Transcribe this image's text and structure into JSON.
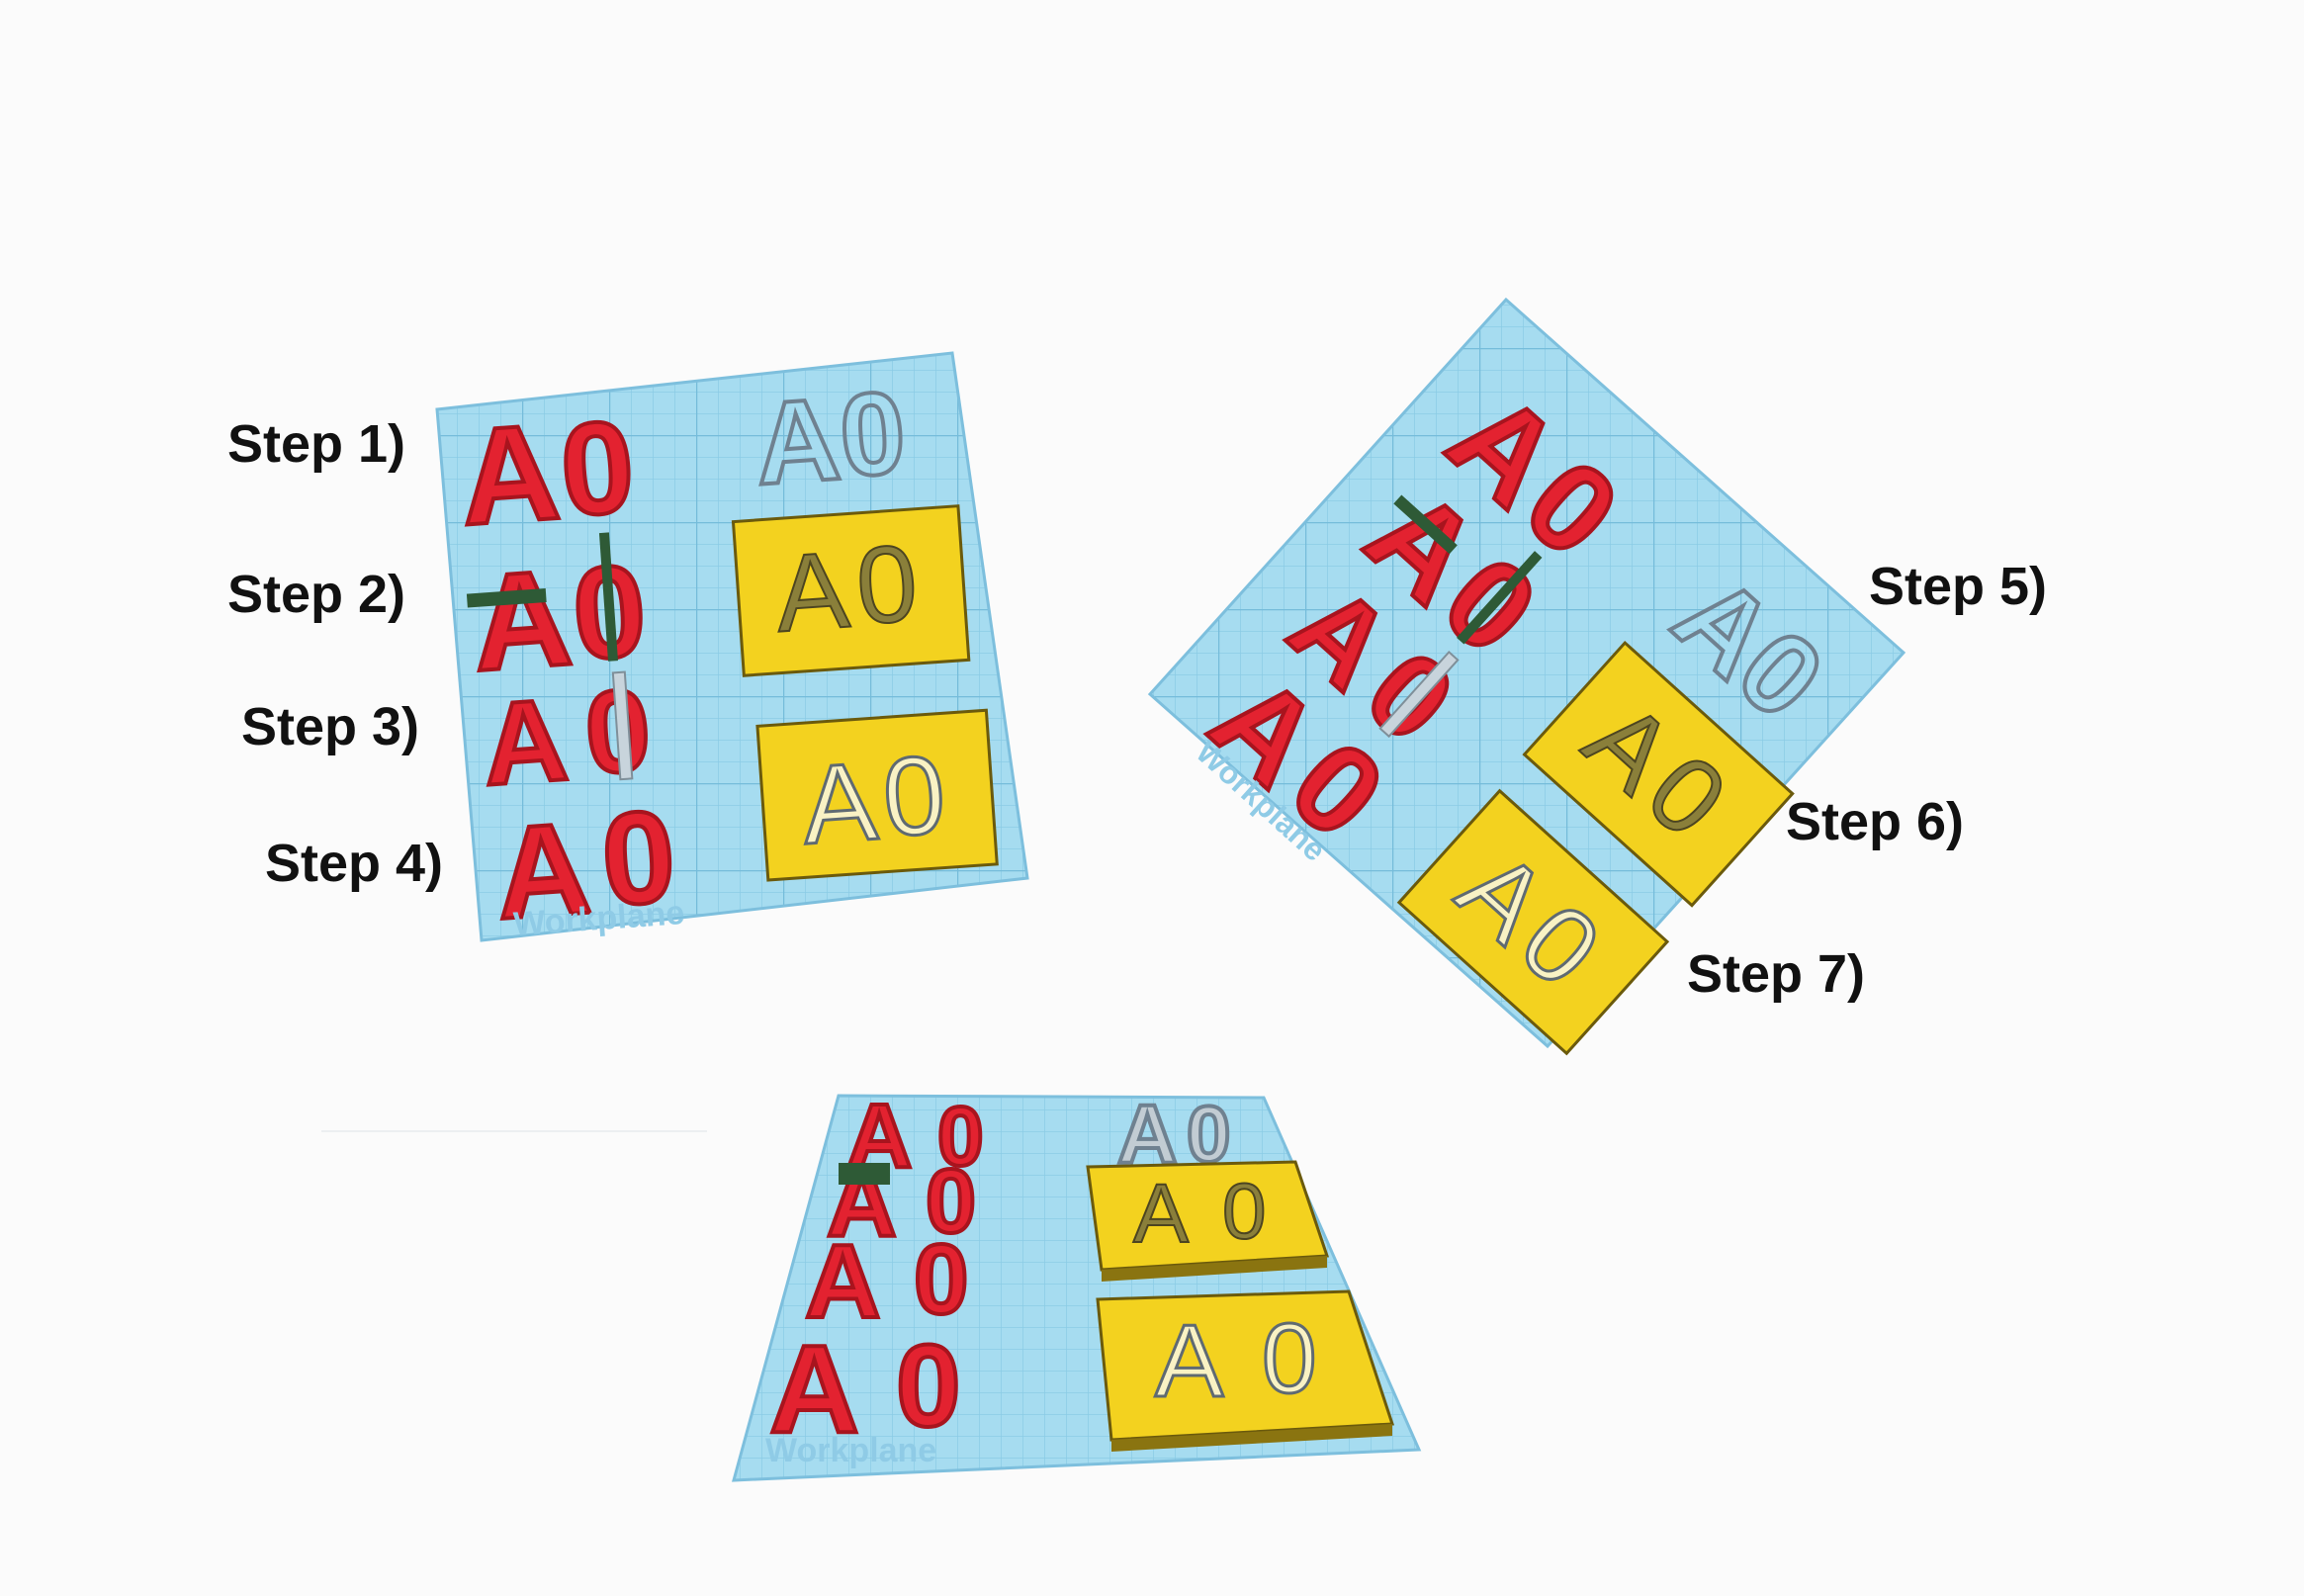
{
  "steps": {
    "step1": "Step 1)",
    "step2": "Step 2)",
    "step3": "Step 3)",
    "step4": "Step 4)",
    "step5": "Step 5)",
    "step6": "Step 6)",
    "step7": "Step 7)"
  },
  "workplane_watermark": "Workplane",
  "letters": "A0",
  "colors": {
    "background": "#fbfbfb",
    "workplane": "#a6dcf0",
    "grid": "#7fc4e2",
    "red_letters": "#e32230",
    "red_letters_dark": "#a8141e",
    "ghost_letters": "#8a9aa6",
    "plate_yellow": "#f3d21f",
    "plate_edge": "#6b5a0c",
    "support_green": "#2e5a36"
  }
}
